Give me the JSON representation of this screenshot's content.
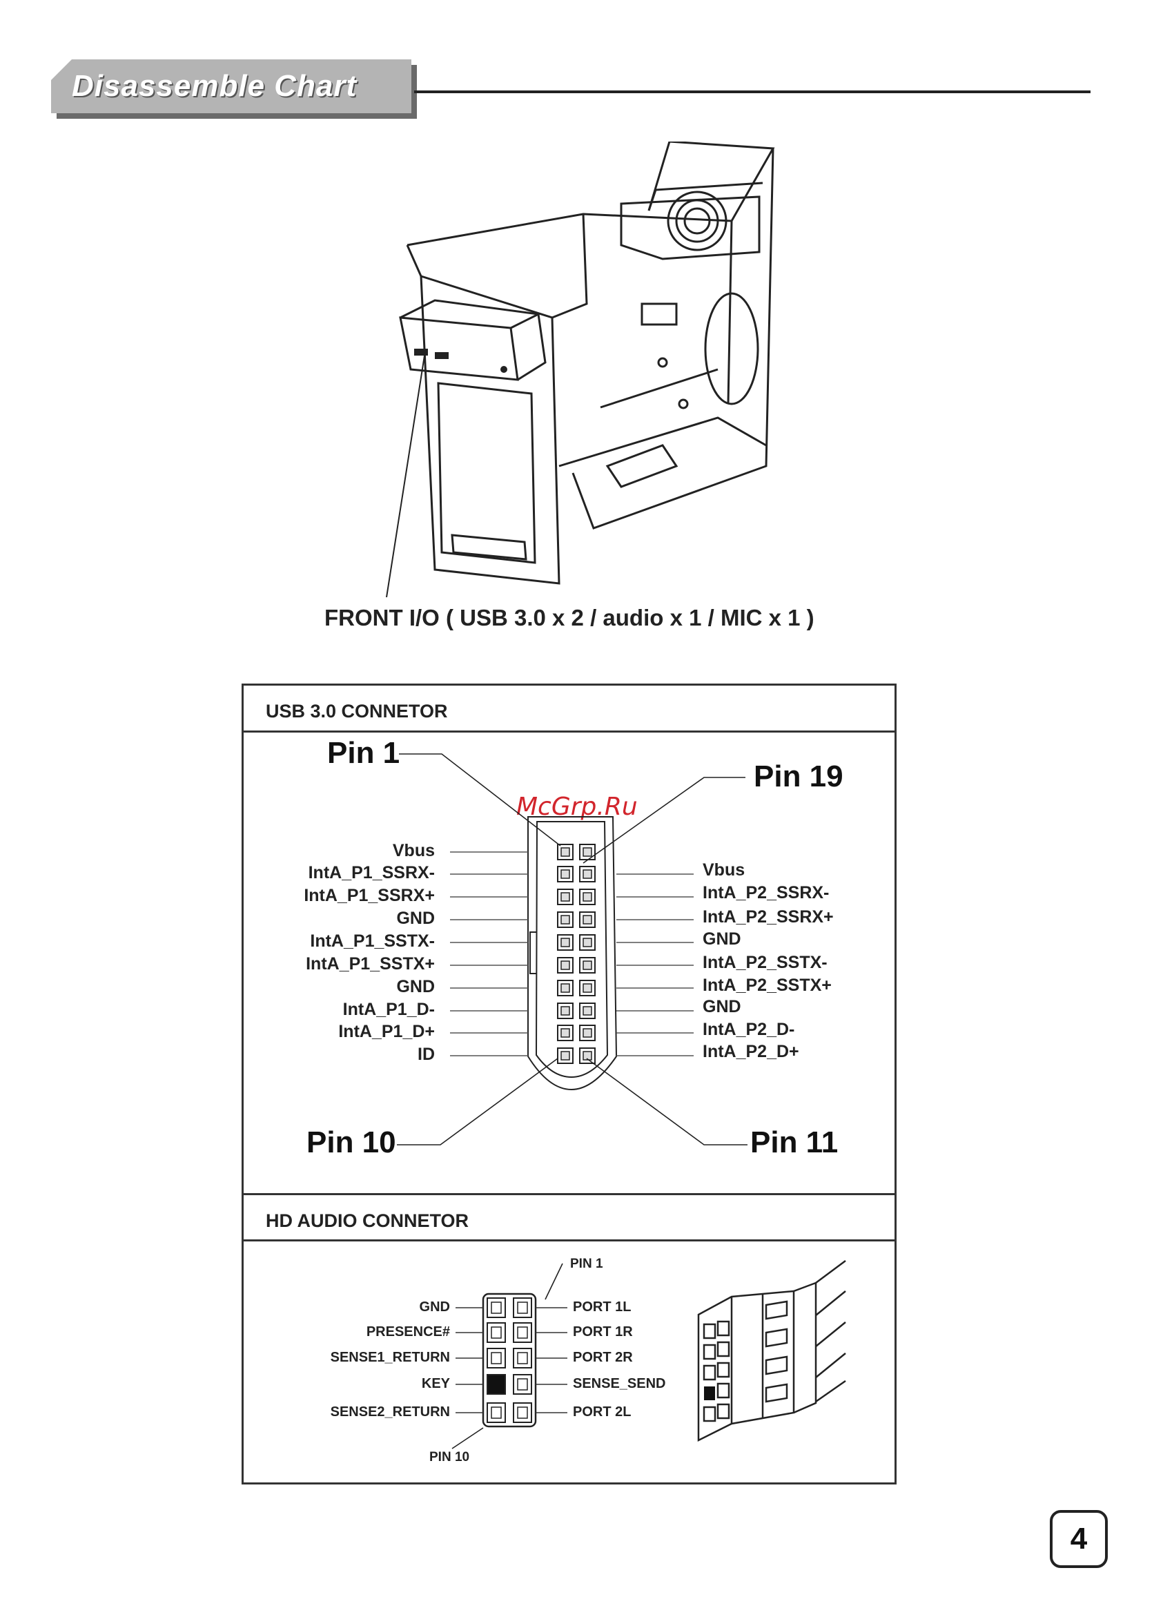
{
  "header": {
    "title": "Disassemble Chart"
  },
  "illustration": {
    "caption": "FRONT I/O ( USB 3.0 x 2 / audio x 1 / MIC x 1 )"
  },
  "watermark": "McGrp.Ru",
  "usb": {
    "title": "USB 3.0 CONNETOR",
    "pin1": "Pin 1",
    "pin19": "Pin 19",
    "pin10": "Pin 10",
    "pin11": "Pin 11",
    "left": [
      "Vbus",
      "IntA_P1_SSRX-",
      "IntA_P1_SSRX+",
      "GND",
      "IntA_P1_SSTX-",
      "IntA_P1_SSTX+",
      "GND",
      "IntA_P1_D-",
      "IntA_P1_D+",
      "ID"
    ],
    "right": [
      "Vbus",
      "IntA_P2_SSRX-",
      "IntA_P2_SSRX+",
      "GND",
      "IntA_P2_SSTX-",
      "IntA_P2_SSTX+",
      "GND",
      "IntA_P2_D-",
      "IntA_P2_D+"
    ]
  },
  "audio": {
    "title": "HD AUDIO CONNETOR",
    "pin1": "PIN 1",
    "pin10": "PIN 10",
    "left": [
      "GND",
      "PRESENCE#",
      "SENSE1_RETURN",
      "KEY",
      "SENSE2_RETURN"
    ],
    "right": [
      "PORT 1L",
      "PORT 1R",
      "PORT 2R",
      "SENSE_SEND",
      "PORT 2L"
    ]
  },
  "page": {
    "number": "4"
  }
}
